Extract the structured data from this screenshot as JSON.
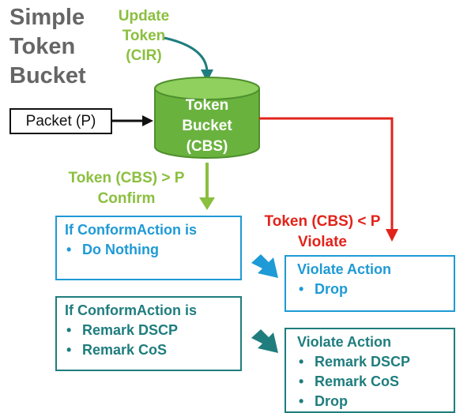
{
  "title_lines": [
    "Simple",
    "Token",
    "Bucket"
  ],
  "update_lines": [
    "Update",
    "Token",
    "(CIR)"
  ],
  "bucket_lines": [
    "Token",
    "Bucket",
    "(CBS)"
  ],
  "packet_label": "Packet (P)",
  "confirm_lines": [
    "Token (CBS) > P",
    "Confirm"
  ],
  "violate_lines": [
    "Token (CBS) < P",
    "Violate"
  ],
  "boxes": [
    {
      "heading": "If ConformAction is",
      "items": [
        "Do Nothing"
      ]
    },
    {
      "heading": "Violate Action",
      "items": [
        "Drop"
      ]
    },
    {
      "heading": "If ConformAction is",
      "items": [
        "Remark DSCP",
        "Remark CoS"
      ]
    },
    {
      "heading": "Violate Action",
      "items": [
        "Remark DSCP",
        "Remark CoS",
        "Drop"
      ]
    }
  ],
  "colors": {
    "bucket_green": "#6ab23e",
    "green_text": "#8bbf3f",
    "red": "#e2231a",
    "blue": "#1e9ad6",
    "teal": "#1f7d7e",
    "gray": "#666666"
  }
}
